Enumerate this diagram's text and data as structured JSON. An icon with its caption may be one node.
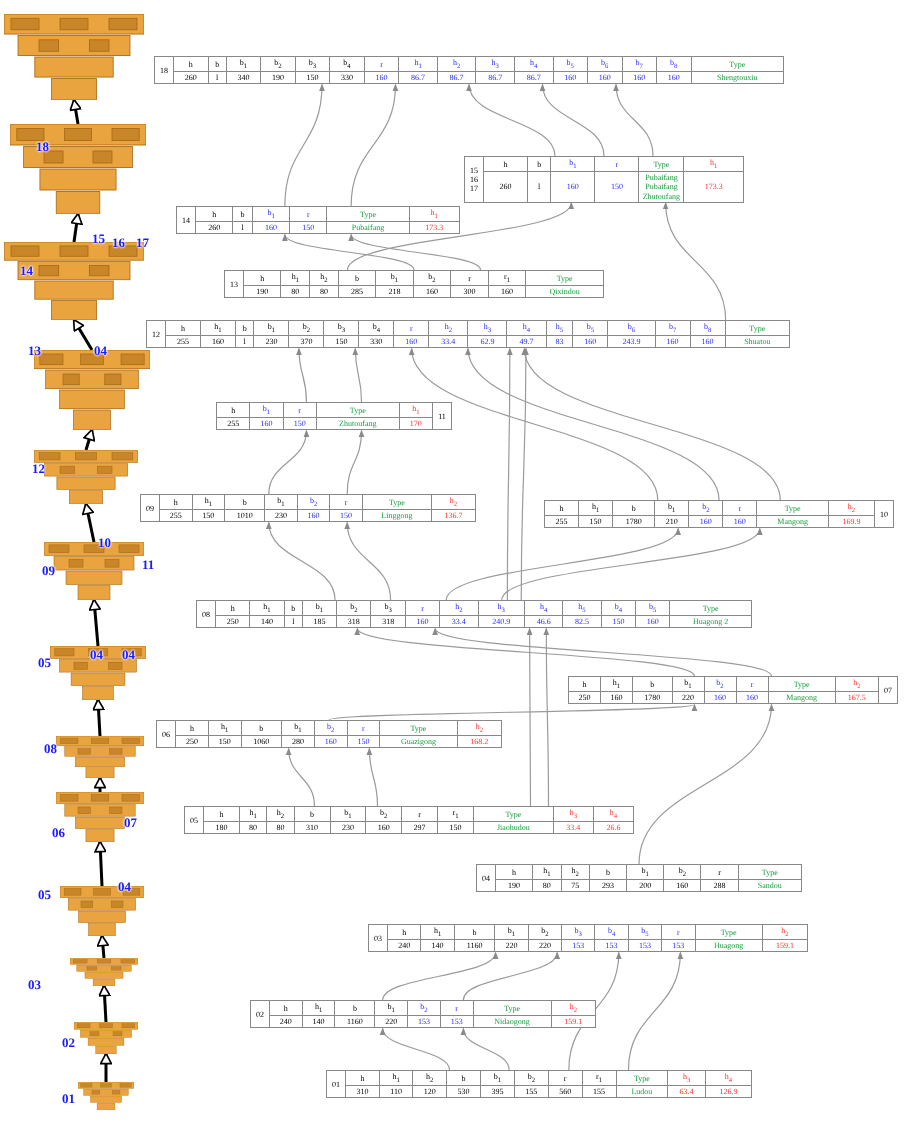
{
  "diagram": {
    "nodes": [
      {
        "text": [],
        "shape": "picture"
      },
      {
        "text": [],
        "shape": "picture"
      },
      {
        "text": [],
        "shape": "picture"
      },
      {
        "text": [],
        "shape": "picture"
      },
      {
        "text": [],
        "shape": "picture"
      },
      {
        "text": [],
        "shape": "picture"
      },
      {
        "text": [],
        "shape": "picture"
      },
      {
        "text": [],
        "shape": "picture"
      },
      {
        "text": [],
        "shape": "picture"
      },
      {
        "text": [],
        "shape": "picture"
      },
      {
        "text": [],
        "shape": "picture"
      },
      {
        "text": [],
        "shape": "picture"
      },
      {
        "text": [],
        "shape": "picture"
      },
      {
        "text": [
          "18",
          "h",
          "b",
          "b$_{1}$",
          "b$_{2}$",
          "b$_{3}$",
          "b$_{4}$",
          "r",
          "h$_{1}$",
          "h$_{2}$",
          "h$_{3}$",
          "h$_{4}$",
          "b$_{5}$",
          "b$_{6}$",
          "b$_{7}$",
          "b$_{8}$",
          "Type",
          "260",
          "l",
          "340",
          "190",
          "150",
          "330",
          "160",
          "86.7",
          "86.7",
          "86.7",
          "86.7",
          "160",
          "160",
          "160",
          "160",
          "Shengtouxiu"
        ]
      },
      {
        "text": [
          "15 16 17",
          "h",
          "b",
          "b$_{1}$",
          "r",
          "Type",
          "h$_{1}$",
          "260",
          "l",
          "160",
          "150",
          "Pubaifang Pubaifang Zhutoufang",
          "173.3"
        ]
      },
      {
        "text": [
          "14",
          "h",
          "b",
          "b$_{1}$",
          "r",
          "Type",
          "h$_{1}$",
          "260",
          "l",
          "160",
          "150",
          "Pubaifang",
          "173.3"
        ]
      },
      {
        "text": [
          "13",
          "h",
          "h$_{1}$",
          "h$_{2}$",
          "b",
          "b$_{1}$",
          "b$_{2}$",
          "r",
          "r$_{1}$",
          "Type",
          "190",
          "80",
          "80",
          "285",
          "218",
          "160",
          "300",
          "160",
          "Qixindou"
        ]
      },
      {
        "text": [
          "12",
          "h",
          "h$_{1}$",
          "b",
          "b$_{1}$",
          "b$_{2}$",
          "b$_{3}$",
          "b$_{4}$",
          "r",
          "h$_{2}$",
          "h$_{3}$",
          "h$_{4}$",
          "h$_{5}$",
          "b$_{5}$",
          "b$_{6}$",
          "b$_{7}$",
          "b$_{8}$",
          "Type",
          "255",
          "160",
          "l",
          "230",
          "370",
          "150",
          "330",
          "160",
          "33.4",
          "62.9",
          "49.7",
          "83",
          "160",
          "243.9",
          "160",
          "160",
          "Shuatou"
        ]
      },
      {
        "text": [
          "11",
          "h",
          "b$_{1}$",
          "r",
          "Type",
          "h$_{1}$",
          "255",
          "160",
          "150",
          "Zhutoufang",
          "170"
        ]
      },
      {
        "text": [
          "09",
          "h",
          "h$_{1}$",
          "b",
          "b$_{1}$",
          "b$_{2}$",
          "r",
          "Type",
          "h$_{2}$",
          "255",
          "150",
          "1010",
          "230",
          "160",
          "150",
          "Linggong",
          "136.7"
        ]
      },
      {
        "text": [
          "10",
          "h",
          "h$_{1}$",
          "b",
          "b$_{1}$",
          "b$_{2}$",
          "r",
          "Type",
          "h$_{2}$",
          "255",
          "150",
          "1780",
          "210",
          "160",
          "160",
          "Mangong",
          "169.9"
        ]
      },
      {
        "text": [
          "08",
          "h",
          "h$_{1}$",
          "b",
          "b$_{1}$",
          "b$_{2}$",
          "b$_{3}$",
          "r",
          "h$_{2}$",
          "h$_{3}$",
          "h$_{4}$",
          "h$_{5}$",
          "b$_{4}$",
          "b$_{5}$",
          "Type",
          "250",
          "140",
          "l",
          "185",
          "318",
          "318",
          "160",
          "33.4",
          "240.9",
          "46.6",
          "82.5",
          "150",
          "160",
          "Huagong 2"
        ]
      },
      {
        "text": [
          "07",
          "h",
          "h$_{1}$",
          "b",
          "b$_{1}$",
          "b$_{2}$",
          "r",
          "Type",
          "h$_{2}$",
          "250",
          "160",
          "1780",
          "220",
          "160",
          "160",
          "Mangong",
          "167.5"
        ]
      },
      {
        "text": [
          "06",
          "h",
          "h$_{1}$",
          "b",
          "b$_{1}$",
          "b$_{2}$",
          "r",
          "Type",
          "h$_{2}$",
          "250",
          "150",
          "1060",
          "280",
          "160",
          "150",
          "Guazigong",
          "168.2"
        ]
      },
      {
        "text": [
          "05",
          "h",
          "h$_{1}$",
          "h$_{2}$",
          "b",
          "b$_{1}$",
          "b$_{2}$",
          "r",
          "r$_{1}$",
          "Type",
          "h$_{3}$",
          "h$_{4}$",
          "180",
          "80",
          "80",
          "310",
          "230",
          "160",
          "297",
          "150",
          "Jiaohudou",
          "33.4",
          "26.6"
        ]
      },
      {
        "text": [
          "04",
          "h",
          "h$_{1}$",
          "h$_{2}$",
          "b",
          "b$_{1}$",
          "b$_{2}$",
          "r",
          "Type",
          "190",
          "80",
          "75",
          "293",
          "200",
          "160",
          "288",
          "Sandou"
        ]
      },
      {
        "text": [
          "03",
          "h",
          "h$_{1}$",
          "b",
          "b$_{1}$",
          "b$_{2}$",
          "b$_{3}$",
          "b$_{4}$",
          "b$_{5}$",
          "r",
          "Type",
          "h$_{2}$",
          "240",
          "140",
          "1160",
          "220",
          "220",
          "153",
          "153",
          "153",
          "153",
          "Huagong",
          "159.1"
        ]
      },
      {
        "text": [
          "02",
          "h",
          "h$_{1}$",
          "b",
          "b$_{1}$",
          "b$_{2}$",
          "r",
          "Type",
          "h$_{2}$",
          "240",
          "140",
          "1160",
          "220",
          "153",
          "153",
          "Nidaogong",
          "159.1"
        ]
      },
      {
        "text": [
          "01",
          "h",
          "h$_{1}$",
          "h$_{2}$",
          "b",
          "b$_{1}$",
          "b$_{2}$",
          "r",
          "r$_{1}$",
          "Type",
          "h$_{3}$",
          "h$_{4}$",
          "310",
          "110",
          "120",
          "530",
          "395",
          "155",
          "560",
          "155",
          "Ludou",
          "63.4",
          "126.9"
        ]
      }
    ],
    "edges": [
      {
        "from": 1,
        "to": 0,
        "arrow": "to",
        "color": "#000000"
      },
      {
        "from": 2,
        "to": 1,
        "arrow": "to",
        "color": "#000000"
      },
      {
        "from": 3,
        "to": 2,
        "arrow": "to",
        "color": "#000000"
      },
      {
        "from": 4,
        "to": 3,
        "arrow": "to",
        "color": "#000000"
      },
      {
        "from": 5,
        "to": 4,
        "arrow": "to",
        "color": "#000000"
      },
      {
        "from": 6,
        "to": 5,
        "arrow": "to",
        "color": "#000000"
      },
      {
        "from": 7,
        "to": 6,
        "arrow": "to",
        "color": "#000000"
      },
      {
        "from": 8,
        "to": 7,
        "arrow": "to",
        "color": "#000000"
      },
      {
        "from": 9,
        "to": 8,
        "arrow": "to",
        "color": "#000000"
      },
      {
        "from": 10,
        "to": 9,
        "arrow": "to",
        "color": "#000000"
      },
      {
        "from": 11,
        "to": 10,
        "arrow": "to",
        "color": "#000000"
      },
      {
        "from": 12,
        "to": 11,
        "arrow": "to",
        "color": "#000000"
      },
      {
        "from": 15,
        "to": 13,
        "arrow": "to"
      },
      {
        "from": 15,
        "to": 13,
        "arrow": "to"
      },
      {
        "from": 14,
        "to": 13,
        "arrow": "to"
      },
      {
        "from": 14,
        "to": 13,
        "arrow": "to"
      },
      {
        "from": 14,
        "to": 13,
        "arrow": "to"
      },
      {
        "from": 16,
        "to": 14,
        "arrow": "to"
      },
      {
        "from": 16,
        "to": 15,
        "arrow": "to"
      },
      {
        "from": 16,
        "to": 15,
        "arrow": "to"
      },
      {
        "from": 17,
        "to": 14,
        "arrow": "to"
      },
      {
        "from": 18,
        "to": 17,
        "arrow": "to"
      },
      {
        "from": 18,
        "to": 17,
        "arrow": "to"
      },
      {
        "from": 19,
        "to": 18,
        "arrow": "to"
      },
      {
        "from": 19,
        "to": 18,
        "arrow": "to"
      },
      {
        "from": 20,
        "to": 17,
        "arrow": "to"
      },
      {
        "from": 20,
        "to": 17,
        "arrow": "to"
      },
      {
        "from": 20,
        "to": 17,
        "arrow": "to"
      },
      {
        "from": 21,
        "to": 19,
        "arrow": "to"
      },
      {
        "from": 21,
        "to": 19,
        "arrow": "to"
      },
      {
        "from": 21,
        "to": 20,
        "arrow": "to"
      },
      {
        "from": 21,
        "to": 20,
        "arrow": "to"
      },
      {
        "from": 21,
        "to": 17,
        "arrow": "to"
      },
      {
        "from": 21,
        "to": 17,
        "arrow": "to"
      },
      {
        "from": 22,
        "to": 21,
        "arrow": "to"
      },
      {
        "from": 22,
        "to": 21,
        "arrow": "to"
      },
      {
        "from": 23,
        "to": 22,
        "arrow": "to"
      },
      {
        "from": 24,
        "to": 23,
        "arrow": "to"
      },
      {
        "from": 24,
        "to": 23,
        "arrow": "to"
      },
      {
        "from": 24,
        "to": 21,
        "arrow": "to"
      },
      {
        "from": 24,
        "to": 21,
        "arrow": "to"
      },
      {
        "from": 25,
        "to": 22,
        "arrow": "to"
      },
      {
        "from": 27,
        "to": 26,
        "arrow": "to"
      },
      {
        "from": 27,
        "to": 26,
        "arrow": "to"
      },
      {
        "from": 28,
        "to": 27,
        "arrow": "to"
      },
      {
        "from": 28,
        "to": 27,
        "arrow": "to"
      },
      {
        "from": 28,
        "to": 26,
        "arrow": "to"
      },
      {
        "from": 28,
        "to": 26,
        "arrow": "to"
      }
    ],
    "labels": [
      "18",
      "15",
      "16",
      "17",
      "14",
      "13",
      "04",
      "12",
      "10",
      "09",
      "11",
      "05",
      "04",
      "04",
      "08",
      "07",
      "06",
      "05",
      "04",
      "03",
      "02",
      "01"
    ]
  }
}
